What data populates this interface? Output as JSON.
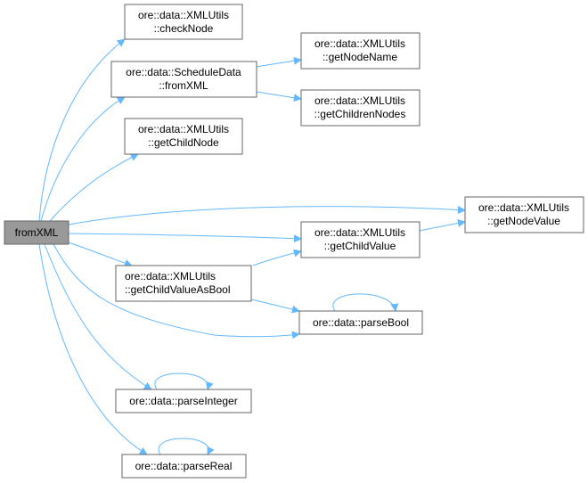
{
  "graph": {
    "root": {
      "label": "fromXML"
    },
    "nodes": {
      "checkNode": [
        "ore::data::XMLUtils",
        "::checkNode"
      ],
      "scheduleFromXML": [
        "ore::data::ScheduleData",
        "::fromXML"
      ],
      "getChildNode": [
        "ore::data::XMLUtils",
        "::getChildNode"
      ],
      "getNodeName": [
        "ore::data::XMLUtils",
        "::getNodeName"
      ],
      "getChildrenNodes": [
        "ore::data::XMLUtils",
        "::getChildrenNodes"
      ],
      "getNodeValue": [
        "ore::data::XMLUtils",
        "::getNodeValue"
      ],
      "getChildValue": [
        "ore::data::XMLUtils",
        "::getChildValue"
      ],
      "getChildValueAsBool": [
        "ore::data::XMLUtils",
        "::getChildValueAsBool"
      ],
      "parseBool": [
        "ore::data::parseBool"
      ],
      "parseInteger": [
        "ore::data::parseInteger"
      ],
      "parseReal": [
        "ore::data::parseReal"
      ]
    },
    "colors": {
      "edge": "#63b8ff",
      "root_fill": "#999999",
      "border": "#666666"
    }
  }
}
